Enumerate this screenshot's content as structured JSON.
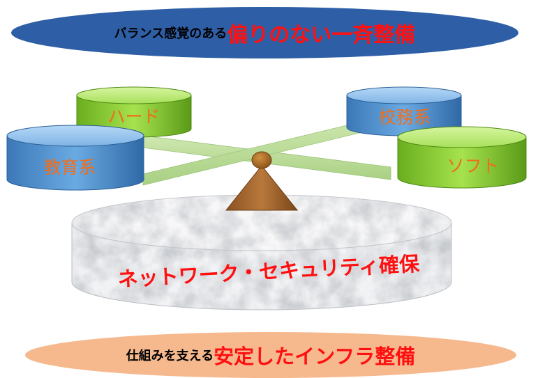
{
  "top_banner": {
    "lead": "バランス感覚のある",
    "emphasis": "偏りのない一斉整備"
  },
  "bottom_banner": {
    "lead": "仕組みを支える",
    "emphasis": "安定したインフラ整備"
  },
  "cylinders": {
    "hardware": "ハード",
    "education": "教育系",
    "school_affairs": "校務系",
    "software": "ソフト"
  },
  "base": {
    "label": "ネットワーク・セキュリティ確保"
  },
  "colors": {
    "top_banner": "#2e5fa6",
    "bottom_banner": "#f6b98e",
    "green_cylinder": "#8ed13a",
    "blue_cylinder": "#4f93d2",
    "emphasis_text": "#ff1010",
    "cylinder_text": "#f36c17",
    "fulcrum": "#a0652f"
  }
}
